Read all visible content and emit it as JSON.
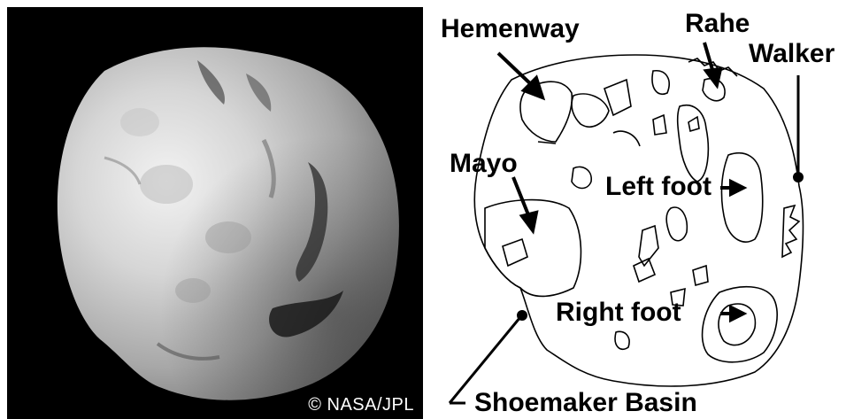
{
  "photo": {
    "credit": "© NASA/JPL",
    "subject": "comet nucleus photograph"
  },
  "diagram": {
    "labels": {
      "hemenway": "Hemenway",
      "rahe": "Rahe",
      "walker": "Walker",
      "mayo": "Mayo",
      "left_foot": "Left foot",
      "right_foot": "Right foot",
      "shoemaker_basin": "Shoemaker Basin"
    }
  },
  "colors": {
    "background": "#ffffff",
    "photo_background": "#000000",
    "ink": "#000000"
  }
}
